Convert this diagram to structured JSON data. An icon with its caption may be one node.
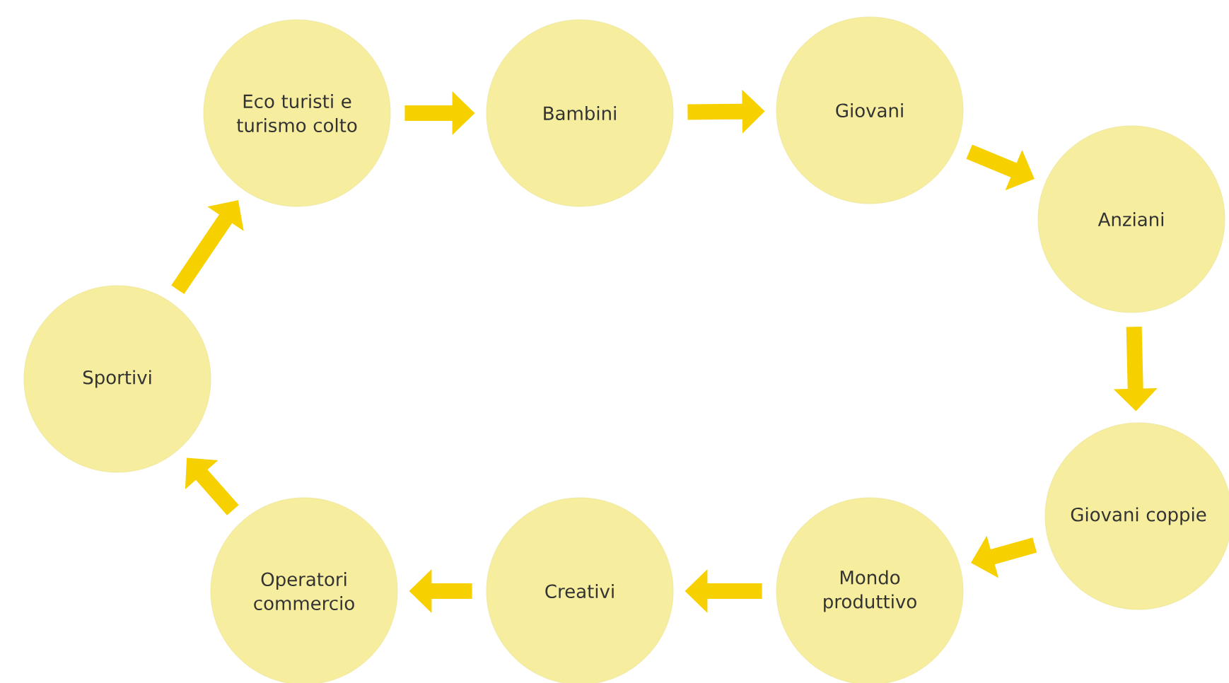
{
  "diagram": {
    "nodes": [
      {
        "text": [
          "Eco turisti e turismo colto"
        ]
      },
      {
        "text": [
          "Bambini"
        ]
      },
      {
        "text": [
          "Giovani"
        ]
      },
      {
        "text": [
          "Anziani"
        ]
      },
      {
        "text": [
          "Giovani coppie"
        ]
      },
      {
        "text": [
          "Mondo produttivo"
        ]
      },
      {
        "text": [
          "Creativi"
        ]
      },
      {
        "text": [
          "Operatori commercio"
        ]
      },
      {
        "text": [
          "Sportivi"
        ]
      }
    ],
    "edges": [
      {
        "from": 0,
        "to": 1,
        "arrow": "to"
      },
      {
        "from": 1,
        "to": 2,
        "arrow": "to"
      },
      {
        "from": 2,
        "to": 3,
        "arrow": "to"
      },
      {
        "from": 3,
        "to": 4,
        "arrow": "to"
      },
      {
        "from": 4,
        "to": 5,
        "arrow": "to"
      },
      {
        "from": 5,
        "to": 6,
        "arrow": "to"
      },
      {
        "from": 6,
        "to": 7,
        "arrow": "to"
      },
      {
        "from": 7,
        "to": 8,
        "arrow": "to"
      },
      {
        "from": 8,
        "to": 0,
        "arrow": "to"
      }
    ]
  }
}
